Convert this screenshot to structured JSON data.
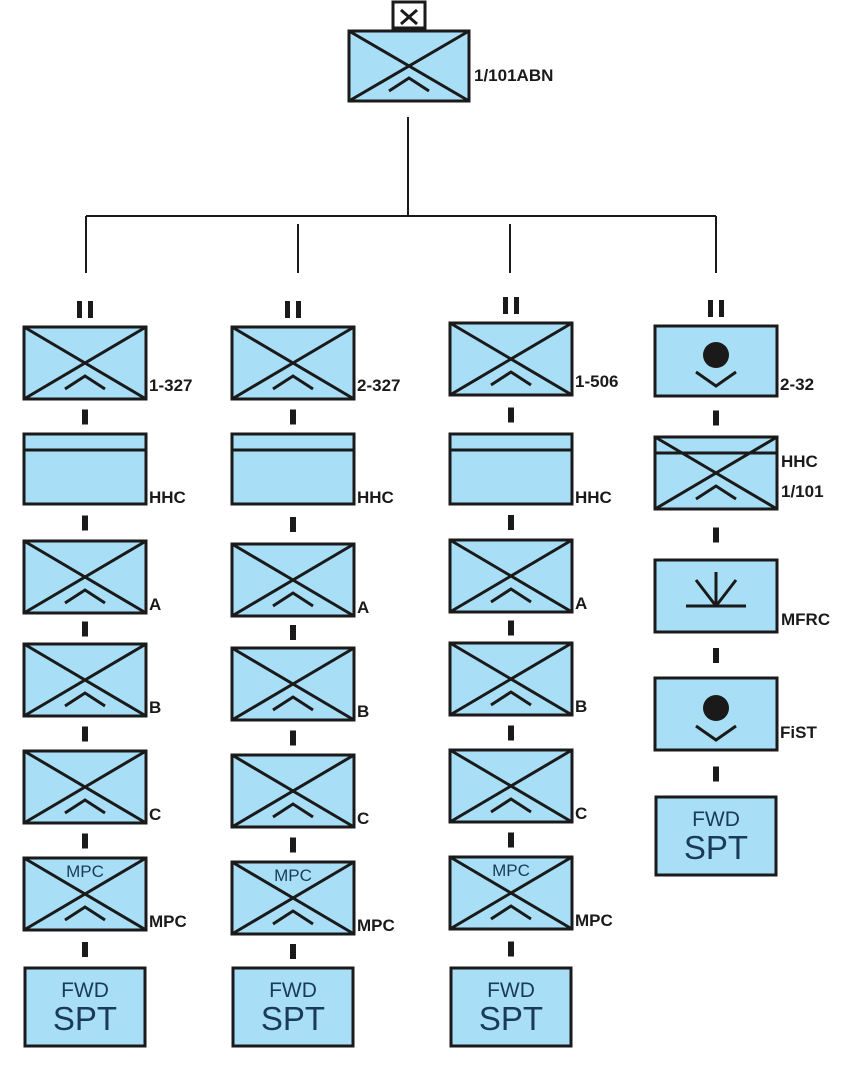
{
  "colors": {
    "fill": "#a8dff7",
    "stroke": "#1a1a1a",
    "background": "#ffffff"
  },
  "hq": {
    "echelon_symbol": "x-box",
    "label": "1/101ABN",
    "icon": "infantry-airborne-icon"
  },
  "battalions": [
    {
      "echelon_symbol": "II",
      "label": "1-327",
      "icon": "infantry-airborne-icon",
      "units": [
        {
          "icon": "hhc-icon",
          "label": "HHC",
          "inner": ""
        },
        {
          "icon": "infantry-airborne-icon",
          "label": "A",
          "inner": ""
        },
        {
          "icon": "infantry-airborne-icon",
          "label": "B",
          "inner": ""
        },
        {
          "icon": "infantry-airborne-icon",
          "label": "C",
          "inner": ""
        },
        {
          "icon": "infantry-airborne-icon",
          "label": "MPC",
          "inner": "MPC"
        },
        {
          "icon": "text-box",
          "label": "",
          "inner_line1": "FWD",
          "inner_line2": "SPT"
        }
      ]
    },
    {
      "echelon_symbol": "II",
      "label": "2-327",
      "icon": "infantry-airborne-icon",
      "units": [
        {
          "icon": "hhc-icon",
          "label": "HHC",
          "inner": ""
        },
        {
          "icon": "infantry-airborne-icon",
          "label": "A",
          "inner": ""
        },
        {
          "icon": "infantry-airborne-icon",
          "label": "B",
          "inner": ""
        },
        {
          "icon": "infantry-airborne-icon",
          "label": "C",
          "inner": ""
        },
        {
          "icon": "infantry-airborne-icon",
          "label": "MPC",
          "inner": "MPC"
        },
        {
          "icon": "text-box",
          "label": "",
          "inner_line1": "FWD",
          "inner_line2": "SPT"
        }
      ]
    },
    {
      "echelon_symbol": "II",
      "label": "1-506",
      "icon": "infantry-airborne-icon",
      "units": [
        {
          "icon": "hhc-icon",
          "label": "HHC",
          "inner": ""
        },
        {
          "icon": "infantry-airborne-icon",
          "label": "A",
          "inner": ""
        },
        {
          "icon": "infantry-airborne-icon",
          "label": "B",
          "inner": ""
        },
        {
          "icon": "infantry-airborne-icon",
          "label": "C",
          "inner": ""
        },
        {
          "icon": "infantry-airborne-icon",
          "label": "MPC",
          "inner": "MPC"
        },
        {
          "icon": "text-box",
          "label": "",
          "inner_line1": "FWD",
          "inner_line2": "SPT"
        }
      ]
    },
    {
      "echelon_symbol": "II",
      "label": "2-32",
      "icon": "field-artillery-airborne-icon",
      "units": [
        {
          "icon": "infantry-hq-icon",
          "label_line1": "HHC",
          "label_line2": "1/101"
        },
        {
          "icon": "mortar-icon",
          "label": "MFRC"
        },
        {
          "icon": "field-artillery-airborne-icon",
          "label": "FiST"
        },
        {
          "icon": "text-box",
          "label": "",
          "inner_line1": "FWD",
          "inner_line2": "SPT"
        }
      ]
    }
  ]
}
